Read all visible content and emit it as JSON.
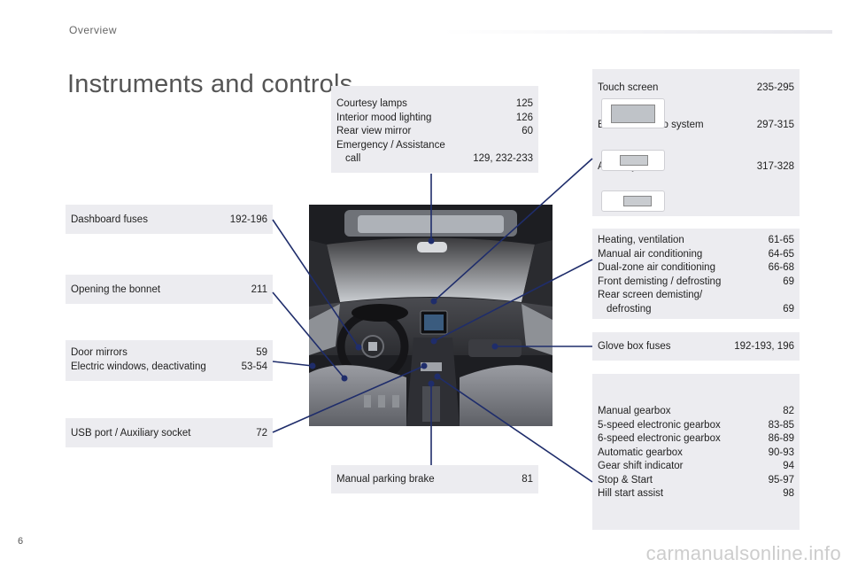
{
  "header": {
    "section": "Overview",
    "title": "Instruments and controls"
  },
  "boxes": {
    "courtesy": {
      "items": [
        {
          "label": "Courtesy lamps",
          "pages": "125"
        },
        {
          "label": "Interior mood lighting",
          "pages": "126"
        },
        {
          "label": "Rear view mirror",
          "pages": "60"
        },
        {
          "label": "Emergency / Assistance",
          "pages": ""
        },
        {
          "label": "call",
          "pages": "129, 232-233"
        }
      ]
    },
    "touch": {
      "label": "Touch screen",
      "pages": "235-295"
    },
    "bluetooth": {
      "label": "Bluetooth audio system",
      "pages": "297-315"
    },
    "audio": {
      "label": "Audio system",
      "pages": "317-328"
    },
    "dashboard_fuses": {
      "label": "Dashboard fuses",
      "pages": "192-196"
    },
    "bonnet": {
      "label": "Opening the bonnet",
      "pages": "211"
    },
    "mirrors": {
      "items": [
        {
          "label": "Door mirrors",
          "pages": "59"
        },
        {
          "label": "Electric windows, deactivating",
          "pages": "53-54"
        }
      ]
    },
    "usb": {
      "label": "USB port / Auxiliary socket",
      "pages": "72"
    },
    "heating": {
      "items": [
        {
          "label": "Heating, ventilation",
          "pages": "61-65"
        },
        {
          "label": "Manual air conditioning",
          "pages": "64-65"
        },
        {
          "label": "Dual-zone air conditioning",
          "pages": "66-68"
        },
        {
          "label": "Front demisting / defrosting",
          "pages": "69"
        },
        {
          "label": "Rear screen demisting/",
          "pages": ""
        },
        {
          "label": "defrosting",
          "pages": "69"
        }
      ]
    },
    "glovebox": {
      "label": "Glove box fuses",
      "pages": "192-193, 196"
    },
    "parking": {
      "label": "Manual parking brake",
      "pages": "81"
    },
    "gearbox": {
      "items": [
        {
          "label": "Manual gearbox",
          "pages": "82"
        },
        {
          "label": "5-speed electronic gearbox",
          "pages": "83-85"
        },
        {
          "label": "6-speed electronic gearbox",
          "pages": "86-89"
        },
        {
          "label": "Automatic gearbox",
          "pages": "90-93"
        },
        {
          "label": "Gear shift indicator",
          "pages": "94"
        },
        {
          "label": "Stop & Start",
          "pages": "95-97"
        },
        {
          "label": "Hill start assist",
          "pages": "98"
        }
      ]
    }
  },
  "footer": {
    "page_number": "6",
    "watermark": "carmanualsonline.info"
  },
  "colors": {
    "box_bg": "#ececf0",
    "leader": "#1f2d6b",
    "title": "#555555"
  }
}
